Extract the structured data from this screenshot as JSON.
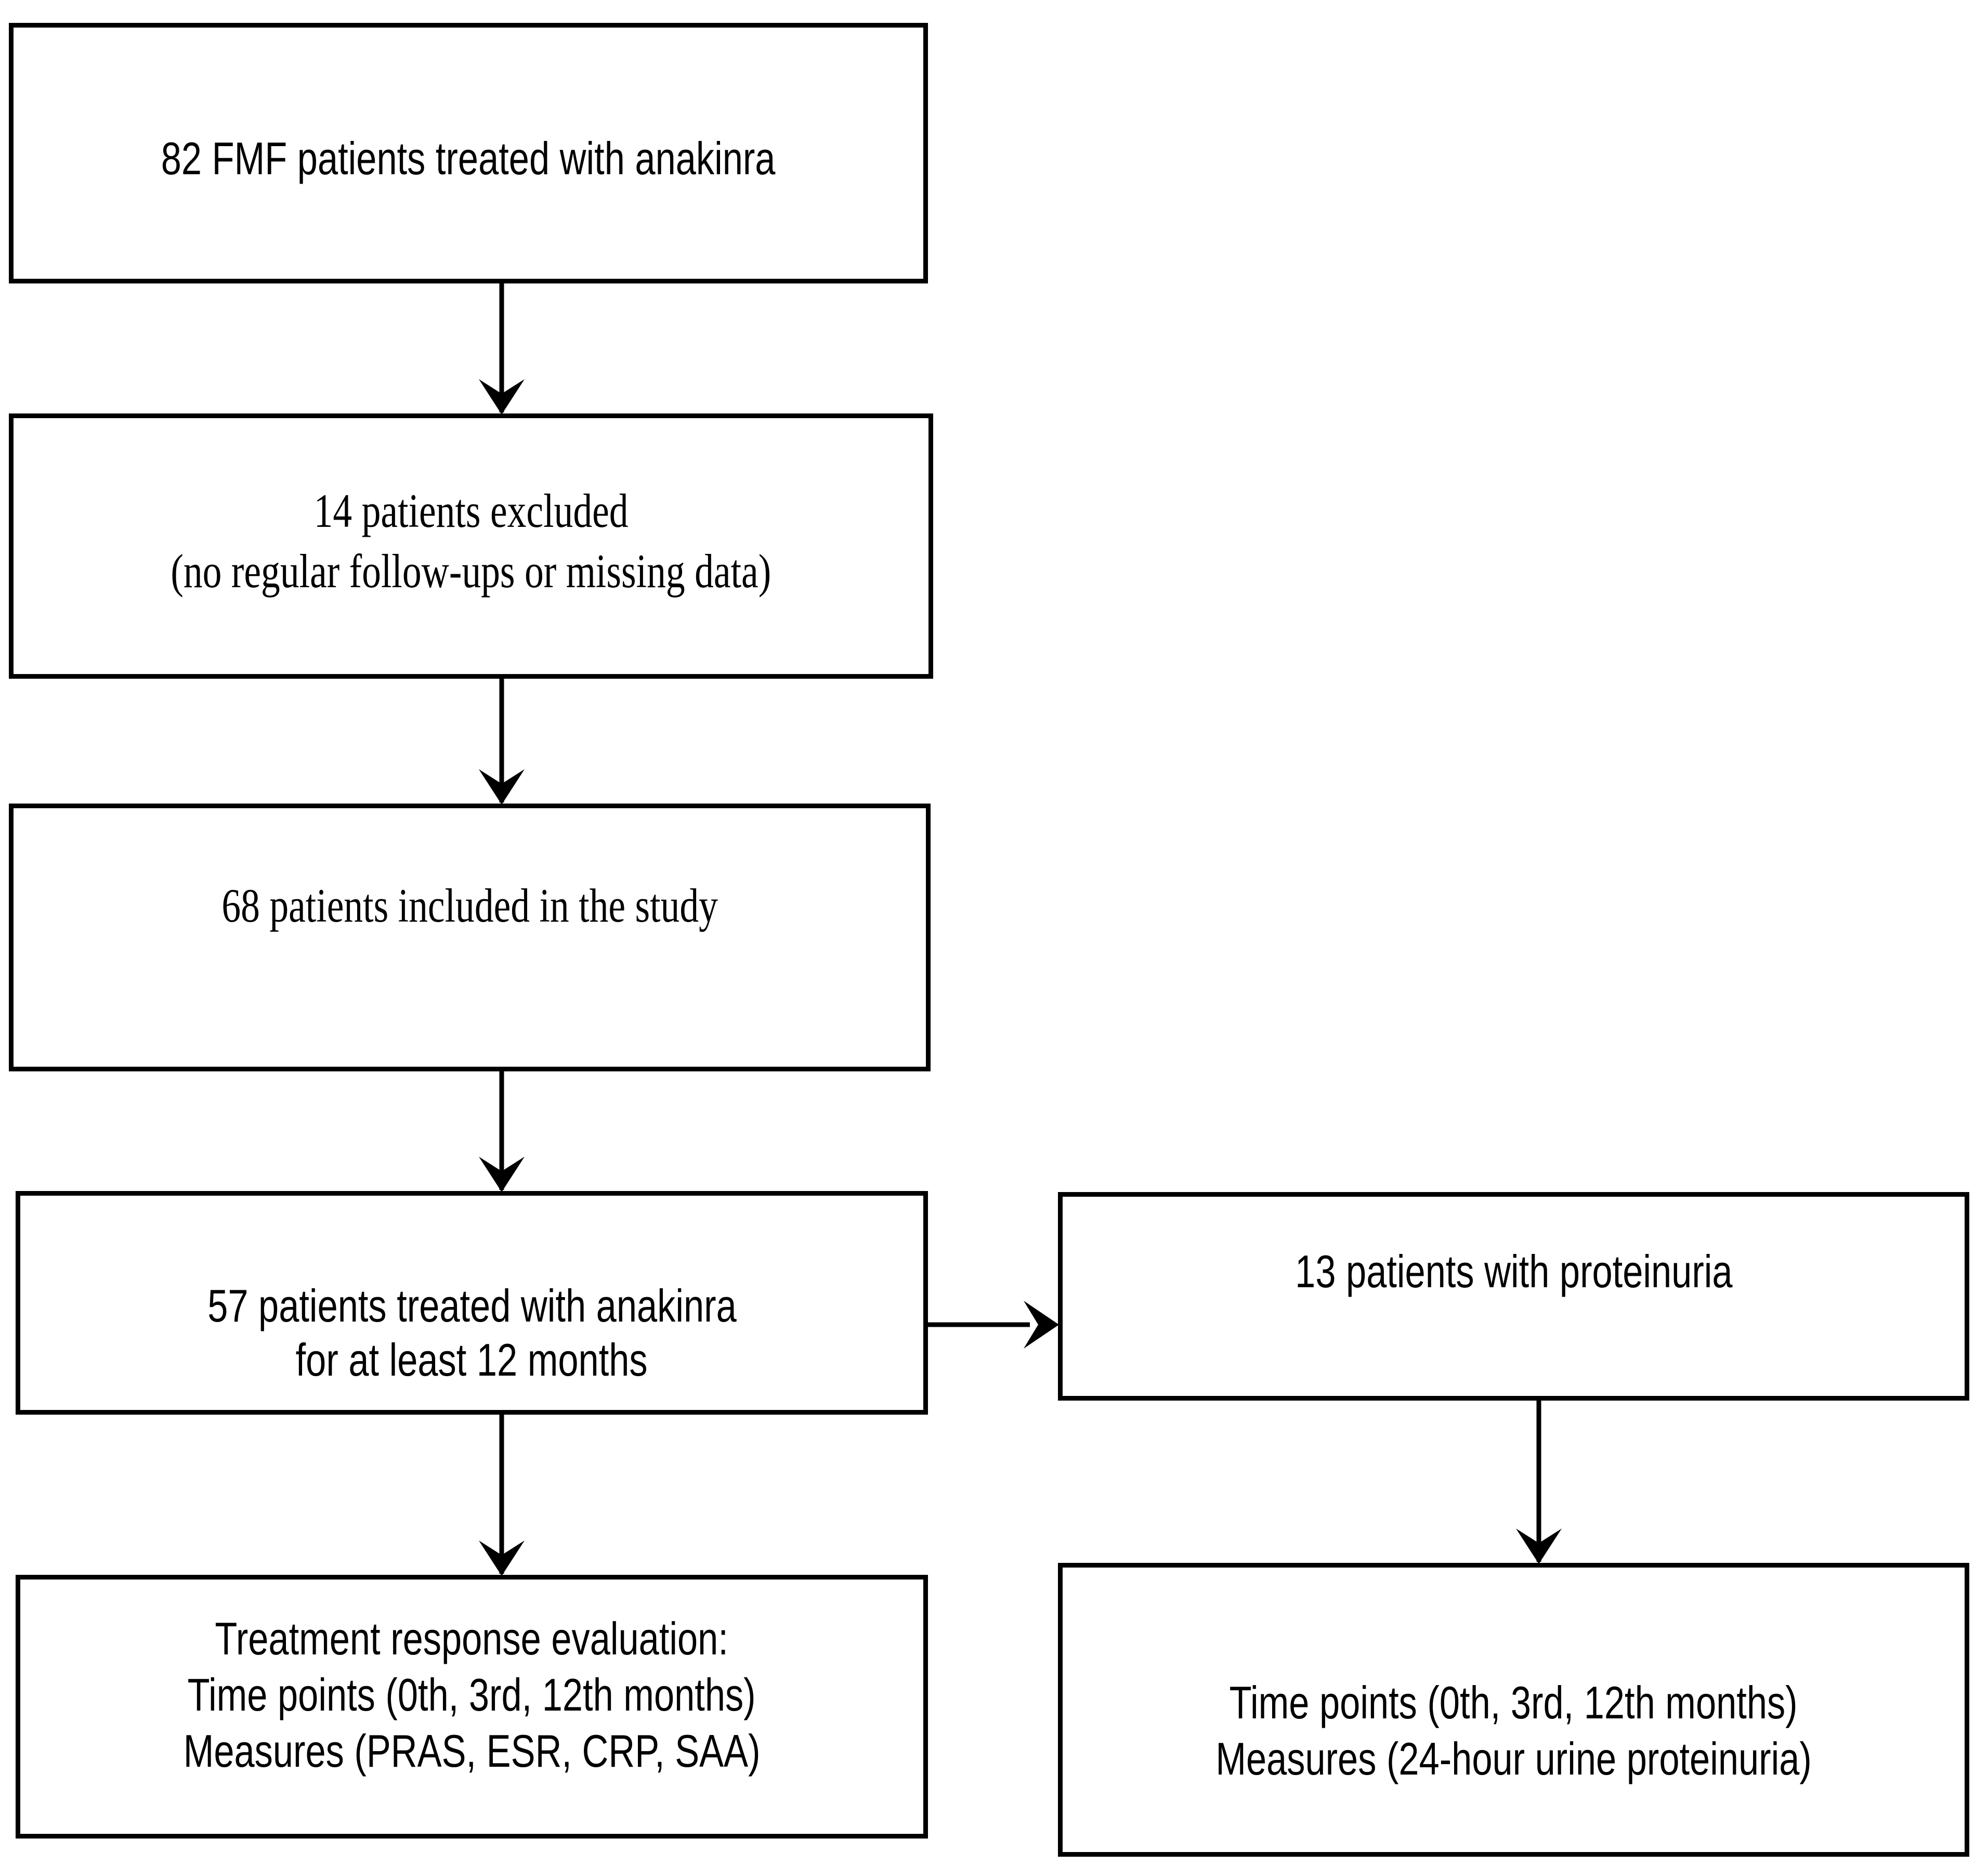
{
  "figure": {
    "type": "flowchart",
    "orientation": "top-to-bottom",
    "background_color": "#ffffff",
    "line_color": "#000000",
    "text_color": "#000000"
  },
  "nodes": {
    "enrolled": {
      "id": "enrolled",
      "lines": [
        "82 FMF patients treated with anakinra"
      ],
      "count": "82"
    },
    "excluded": {
      "id": "excluded",
      "lines": [
        "14 patients excluded",
        "(no regular follow-ups or missing data)"
      ],
      "count": "14"
    },
    "included": {
      "id": "included",
      "lines": [
        "68 patients included in the study"
      ],
      "count": "68"
    },
    "treated": {
      "id": "treated",
      "lines": [
        "57 patients treated with anakinra",
        "for at least 12 months"
      ],
      "count": "57"
    },
    "proteinuria": {
      "id": "proteinuria",
      "lines": [
        "13 patients with proteinuria"
      ],
      "count": "13"
    },
    "eval_left": {
      "id": "eval_left",
      "lines": [
        "Treatment response evaluation:",
        "Time points (0th, 3rd, 12th months)",
        "Measures (PRAS, ESR, CRP, SAA)"
      ]
    },
    "eval_right": {
      "id": "eval_right",
      "lines": [
        "Time points (0th, 3rd, 12th months)",
        "Measures (24-hour urine proteinuria)"
      ]
    }
  },
  "connectors": [
    {
      "id": "enrolled-to-excluded",
      "from": "enrolled",
      "to": "excluded",
      "direction": "down"
    },
    {
      "id": "excluded-to-included",
      "from": "excluded",
      "to": "included",
      "direction": "down"
    },
    {
      "id": "included-to-treated",
      "from": "included",
      "to": "treated",
      "direction": "down"
    },
    {
      "id": "treated-to-proteinuria",
      "from": "treated",
      "to": "proteinuria",
      "direction": "right"
    },
    {
      "id": "treated-to-eval-left",
      "from": "treated",
      "to": "eval_left",
      "direction": "down"
    },
    {
      "id": "proteinuria-to-eval-right",
      "from": "proteinuria",
      "to": "eval_right",
      "direction": "down"
    }
  ]
}
